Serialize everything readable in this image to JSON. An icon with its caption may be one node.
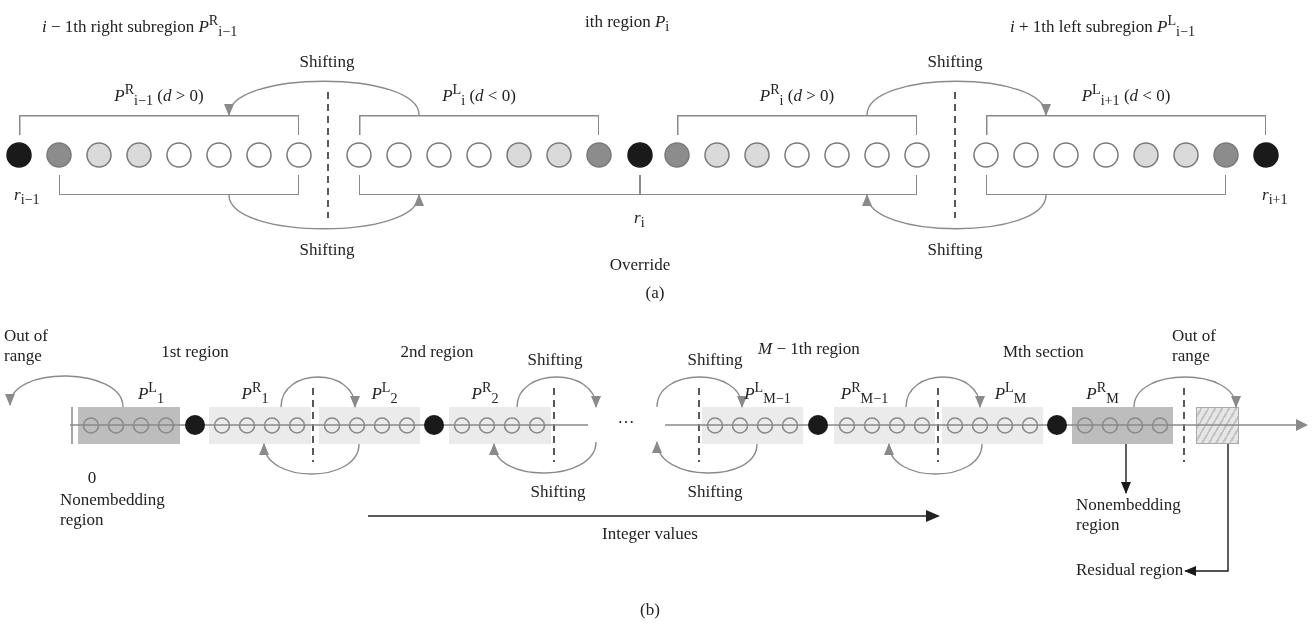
{
  "diagram": {
    "nodes": [
      {
        "text": [
          "*P*$^{R}$$_{i−1}$ (*d* > 0)"
        ]
      },
      {
        "text": [
          "*P*$^{L}$$_{i}$ (*d* < 0)"
        ]
      },
      {
        "text": [],
        "shape": "bracket"
      },
      {
        "text": [],
        "shape": "bracket"
      },
      {
        "text": [
          "*P*$^{R}$$_{i}$ (*d* > 0)"
        ]
      },
      {
        "text": [
          "*P*$^{L}$$_{i+1}$ (*d* < 0)"
        ]
      },
      {
        "text": [],
        "shape": "bracket"
      },
      {
        "text": [],
        "shape": "bracket"
      },
      {
        "text": [
          "*P*$^{L}$$_{1}$"
        ]
      },
      {
        "text": [
          "*P*$^{R}$$_{1}$"
        ]
      },
      {
        "text": [
          "*P*$^{L}$$_{2}$"
        ]
      },
      {
        "text": [
          "*P*$^{R}$$_{2}$"
        ]
      },
      {
        "text": [
          "*P*$^{L}$$_{M−1}$"
        ]
      },
      {
        "text": [
          "*P*$^{R}$$_{M−1}$"
        ]
      },
      {
        "text": [
          "*P*$^{L}$$_{M}$"
        ]
      },
      {
        "text": [
          "*P*$^{R}$$_{M}$"
        ]
      },
      {
        "text": [],
        "shape": "box"
      },
      {
        "text": [
          "Nonembedding region"
        ]
      },
      {
        "text": [
          "Residual region"
        ]
      }
    ],
    "edges": [
      {
        "from": 1,
        "to": 0,
        "arrow": "to",
        "label": "Shifting"
      },
      {
        "from": 2,
        "to": 3,
        "arrow": "to",
        "label": "Shifting"
      },
      {
        "from": 4,
        "to": 5,
        "arrow": "to",
        "label": "Shifting"
      },
      {
        "from": 7,
        "to": 6,
        "arrow": "to",
        "label": "Shifting"
      },
      {
        "from": 8,
        "to": null,
        "arrow": "to",
        "label": "Out of range"
      },
      {
        "from": 9,
        "to": 10,
        "arrow": "to"
      },
      {
        "from": 10,
        "to": 9,
        "arrow": "to"
      },
      {
        "from": 11,
        "to": null,
        "arrow": "to",
        "label": "Shifting"
      },
      {
        "from": null,
        "to": 11,
        "arrow": "to",
        "label": "Shifting"
      },
      {
        "from": null,
        "to": 12,
        "arrow": "to",
        "label": "Shifting"
      },
      {
        "from": 12,
        "to": null,
        "arrow": "to",
        "label": "Shifting"
      },
      {
        "from": 13,
        "to": 14,
        "arrow": "to"
      },
      {
        "from": 14,
        "to": 13,
        "arrow": "to"
      },
      {
        "from": 15,
        "to": 16,
        "arrow": "to",
        "label": "Out of range"
      },
      {
        "from": 15,
        "to": 17,
        "arrow": "to",
        "color": "#1a1a1a"
      },
      {
        "from": 16,
        "to": 18,
        "arrow": "to",
        "color": "#1a1a1a"
      }
    ],
    "labels": [
      "*i* − 1th right subregion *P*$^{R}$$_{i−1}$",
      "ith region *P*$_{i}$",
      "*i* + 1th left subregion *P*$^{L}$$_{i−1}$",
      "*r*$_{i−1}$",
      "*r*$_{i}$",
      "*r*$_{i+1}$",
      "Override",
      "(a)",
      "1st region",
      "2nd region",
      "*M* − 1th region",
      "Mth section",
      "…",
      "0",
      "Nonembedding region",
      "Integer values",
      "(b)"
    ]
  }
}
